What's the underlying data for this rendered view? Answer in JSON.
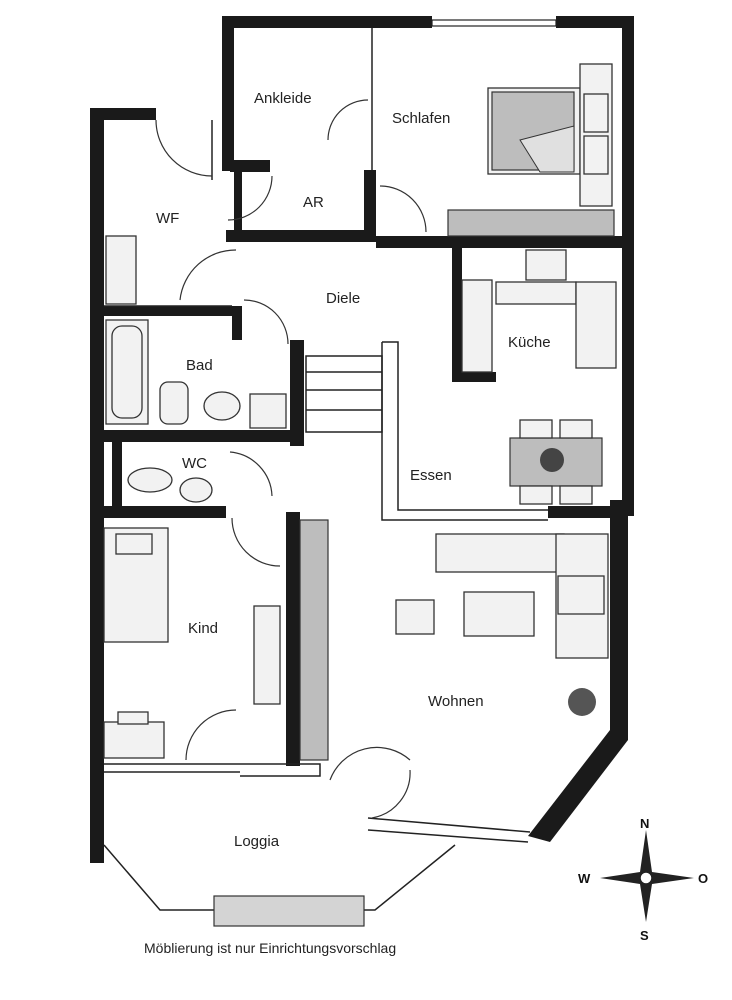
{
  "rooms": {
    "ankleide": "Ankleide",
    "schlafen": "Schlafen",
    "wf": "WF",
    "ar": "AR",
    "diele": "Diele",
    "kueche": "Küche",
    "bad": "Bad",
    "wc": "WC",
    "essen": "Essen",
    "kind": "Kind",
    "wohnen": "Wohnen",
    "loggia": "Loggia"
  },
  "compass": {
    "north": "N",
    "south": "S",
    "west": "W",
    "east": "O"
  },
  "caption": "Möblierung ist nur Einrichtungsvorschlag"
}
